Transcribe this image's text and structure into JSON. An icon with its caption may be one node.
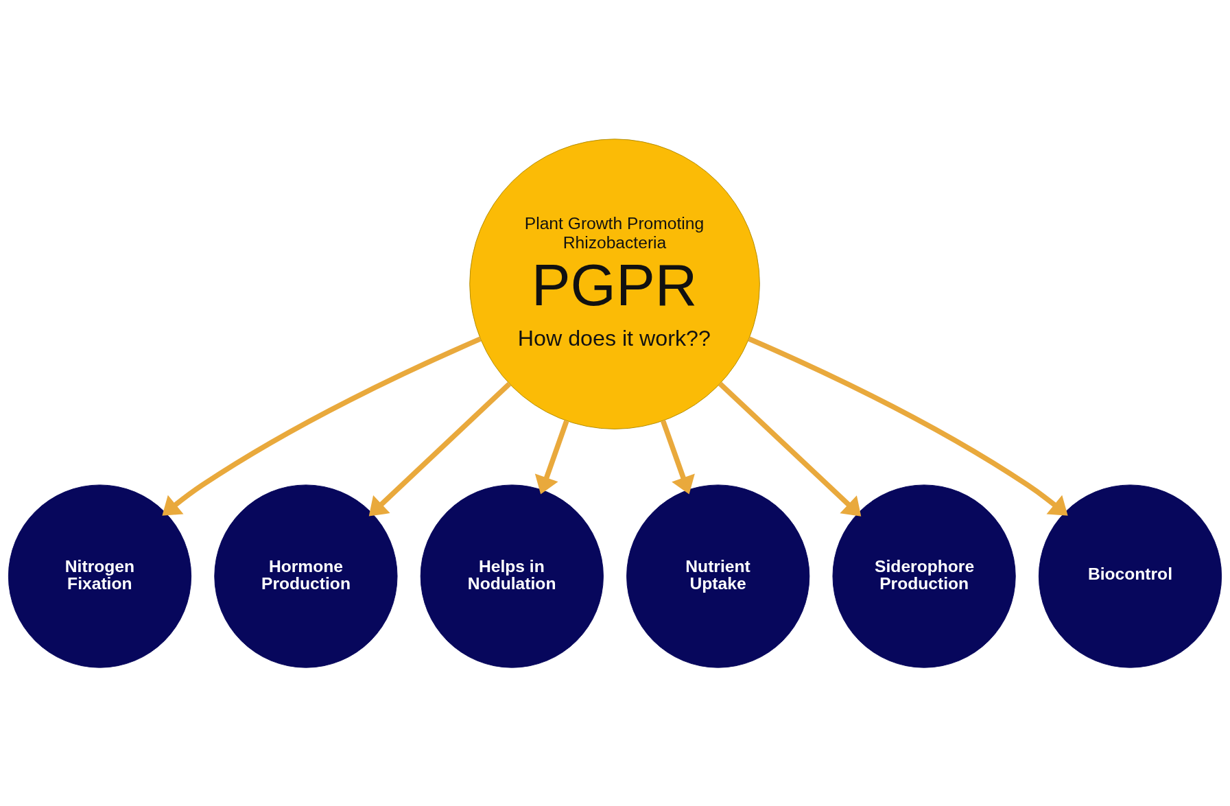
{
  "diagram": {
    "nodes": [
      {
        "text": [
          "Plant Growth Promoting Rhizobacteria",
          "PGPR",
          "How does it work??"
        ]
      },
      {
        "text": [
          "Nitrogen Fixation"
        ]
      },
      {
        "text": [
          "Biocontrol"
        ]
      },
      {
        "text": [
          "Hormone Production"
        ]
      },
      {
        "text": [
          "Siderophore Production"
        ]
      },
      {
        "text": [
          "Helps in Nodulation"
        ]
      },
      {
        "text": [
          "Nutrient Uptake"
        ]
      }
    ],
    "edges": [
      {
        "from": 0,
        "to": 1,
        "arrow": "to"
      },
      {
        "from": 0,
        "to": 2,
        "arrow": "to"
      },
      {
        "from": 0,
        "to": 3,
        "arrow": "to"
      },
      {
        "from": 0,
        "to": 4,
        "arrow": "to"
      },
      {
        "from": 0,
        "to": 5,
        "arrow": "to"
      },
      {
        "from": 0,
        "to": 6,
        "arrow": "to"
      }
    ]
  }
}
